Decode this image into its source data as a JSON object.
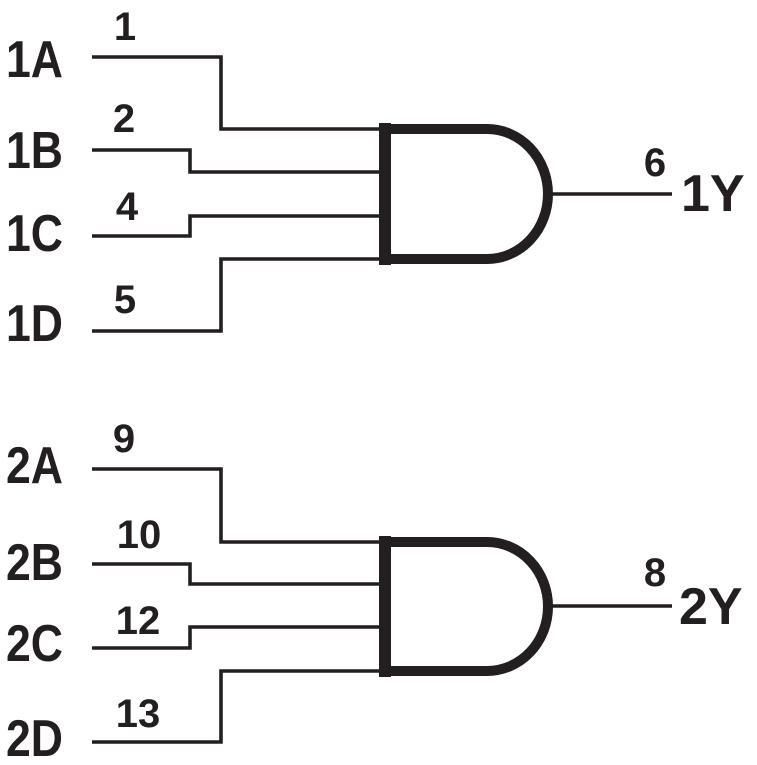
{
  "colors": {
    "line": "#231f20",
    "background": "#ffffff"
  },
  "gates": [
    {
      "id": "gate-1",
      "symbol": "and-gate",
      "inputs": [
        {
          "label": "1A",
          "pin": "1"
        },
        {
          "label": "1B",
          "pin": "2"
        },
        {
          "label": "1C",
          "pin": "4"
        },
        {
          "label": "1D",
          "pin": "5"
        }
      ],
      "output": {
        "label": "1Y",
        "pin": "6"
      }
    },
    {
      "id": "gate-2",
      "symbol": "and-gate",
      "inputs": [
        {
          "label": "2A",
          "pin": "9"
        },
        {
          "label": "2B",
          "pin": "10"
        },
        {
          "label": "2C",
          "pin": "12"
        },
        {
          "label": "2D",
          "pin": "13"
        }
      ],
      "output": {
        "label": "2Y",
        "pin": "8"
      }
    }
  ]
}
